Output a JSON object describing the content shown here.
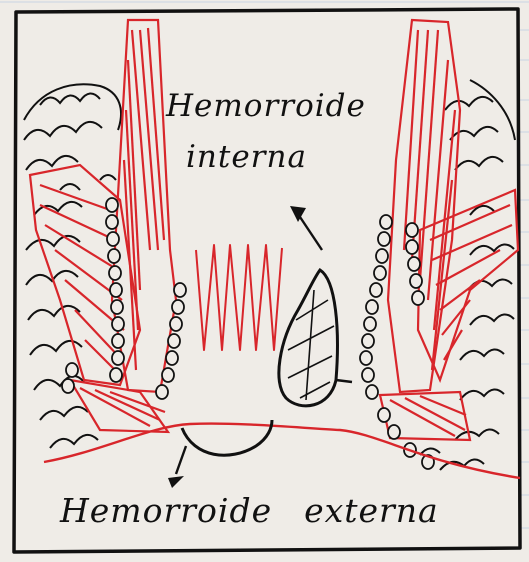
{
  "labels": {
    "internal_line1": "Hemorroide",
    "internal_line2": "interna",
    "external_word1": "Hemorroide",
    "external_word2": "externa"
  },
  "colors": {
    "ink": "#111111",
    "muscle_red": "#d8262b",
    "paper": "#efece7"
  }
}
